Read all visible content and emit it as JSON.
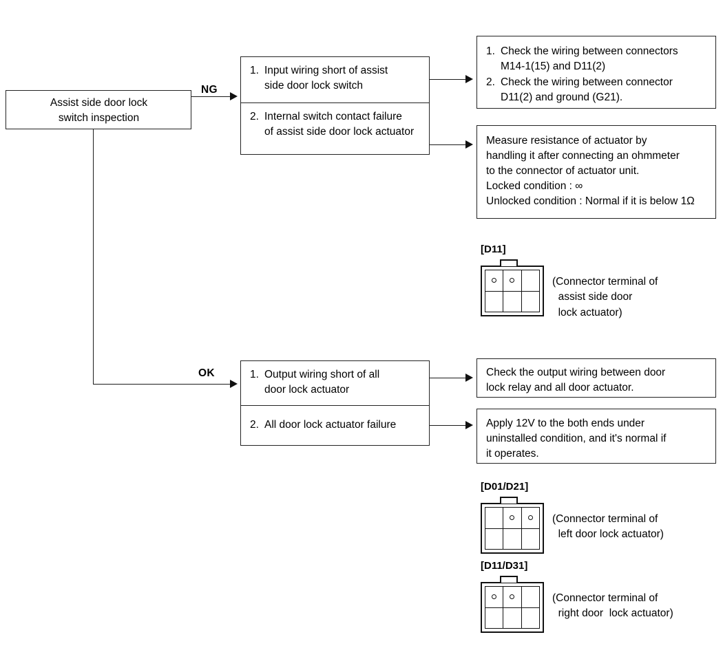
{
  "diagram": {
    "title": "Assist side door lock switch inspection flow",
    "line_color": "#1a1a1a",
    "box_border_color": "#222222",
    "background": "#ffffff"
  },
  "start_box": {
    "line1": "Assist side door lock",
    "line2": "switch inspection"
  },
  "edge_labels": {
    "ng": "NG",
    "ok": "OK"
  },
  "ng_branch": {
    "causes": [
      {
        "num": "1.",
        "line1": "Input wiring short of assist",
        "line2": "side door lock switch"
      },
      {
        "num": "2.",
        "line1": "Internal switch contact failure",
        "line2": "of assist side door lock actuator"
      }
    ],
    "actions": [
      {
        "items": [
          {
            "num": "1.",
            "line1": "Check the wiring between connectors",
            "line2": "M14-1(15) and D11(2)"
          },
          {
            "num": "2.",
            "line1": "Check the wiring between connector",
            "line2": "D11(2) and ground (G21)."
          }
        ]
      },
      {
        "text": "Measure resistance of actuator by\nhandling it after connecting an ohmmeter\nto the connector of actuator unit.\nLocked condition : ∞\nUnlocked condition : Normal if it is below 1Ω"
      }
    ]
  },
  "ok_branch": {
    "causes": [
      {
        "num": "1.",
        "line1": "Output wiring short of all",
        "line2": "door lock actuator"
      },
      {
        "num": "2.",
        "line1": "All door lock actuator failure",
        "line2": ""
      }
    ],
    "actions": [
      {
        "text": "Check the output wiring between door\nlock relay and all door actuator."
      },
      {
        "text": "Apply 12V to the both ends under\nuninstalled condition, and it's normal if\nit operates."
      }
    ]
  },
  "connectors": [
    {
      "tag": "[D11]",
      "caption": "(Connector terminal of\n  assist side door\n  lock actuator)",
      "pins": [
        true,
        true,
        false,
        false,
        false,
        false
      ]
    },
    {
      "tag": "[D01/D21]",
      "caption": "(Connector terminal of\n  left door lock actuator)",
      "pins": [
        false,
        true,
        true,
        false,
        false,
        false
      ]
    },
    {
      "tag": "[D11/D31]",
      "caption": "(Connector terminal of\n  right door  lock actuator)",
      "pins": [
        true,
        true,
        false,
        false,
        false,
        false
      ]
    }
  ]
}
